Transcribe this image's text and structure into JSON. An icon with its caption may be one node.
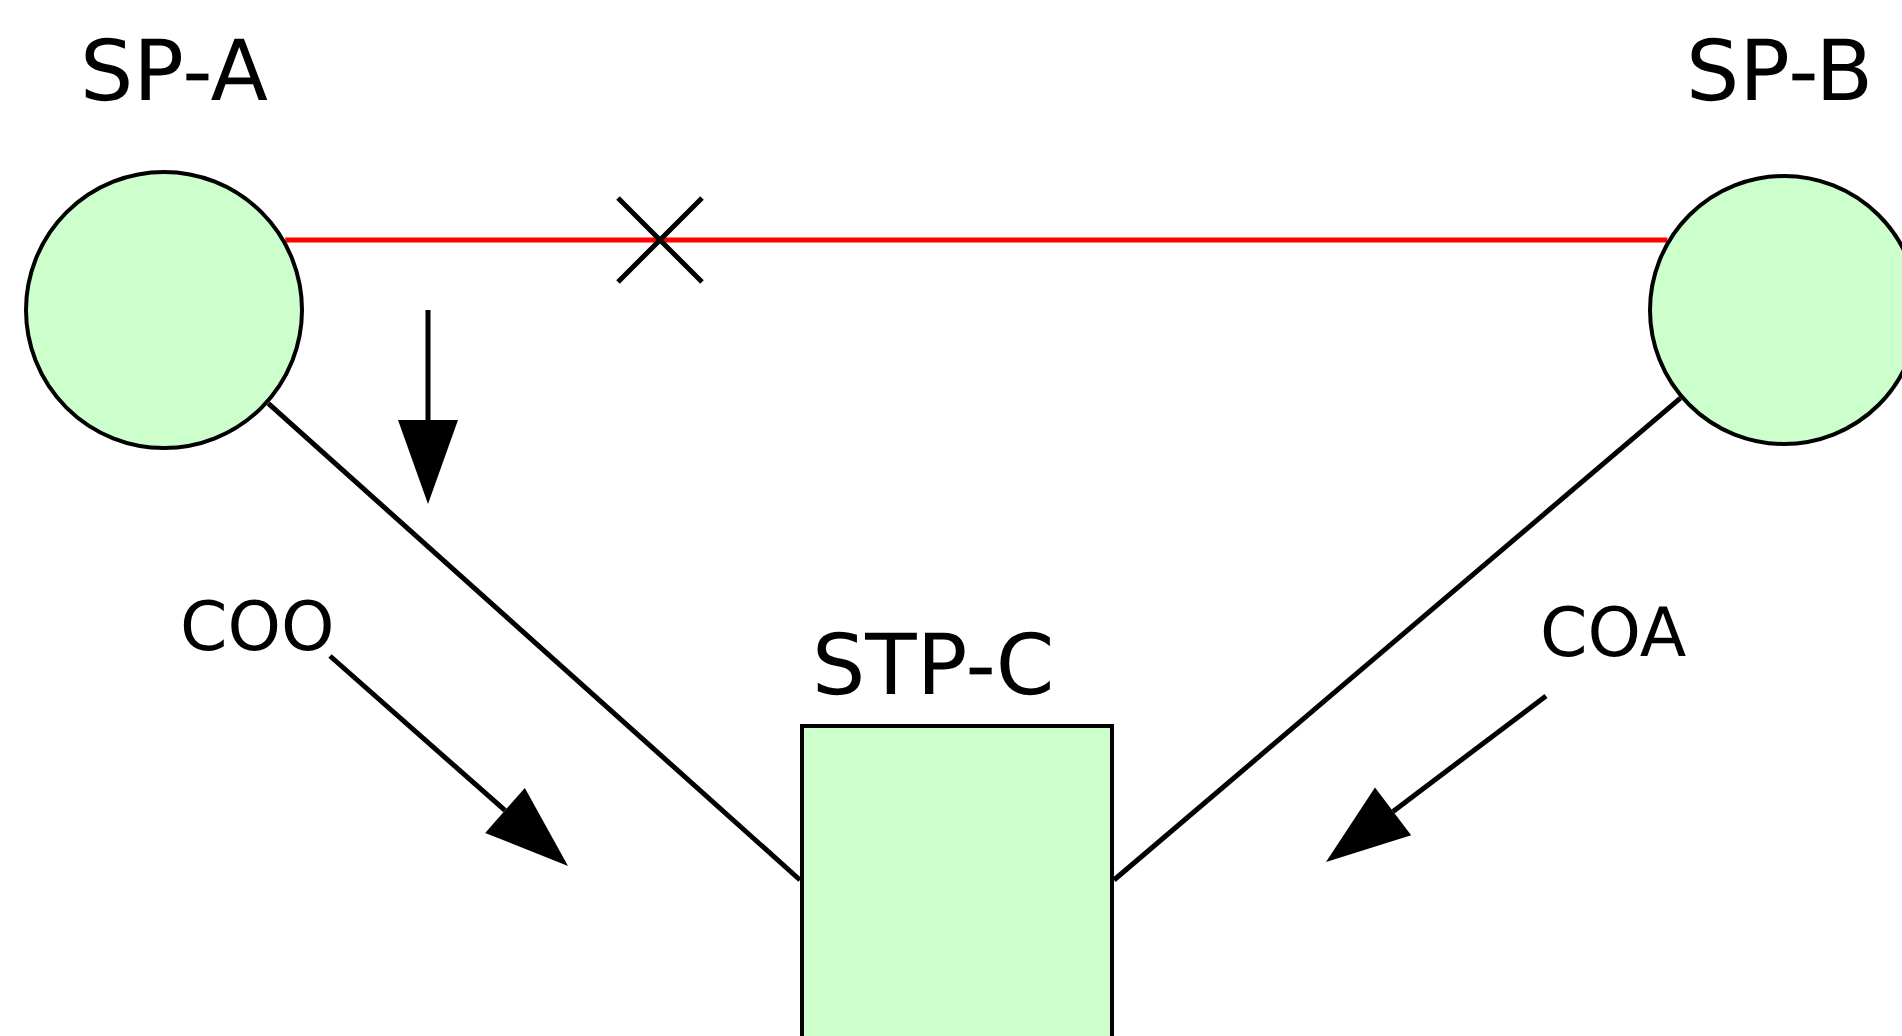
{
  "diagram": {
    "nodes": [
      {
        "text": [
          "SP-A"
        ]
      },
      {
        "text": [
          "SP-B"
        ]
      },
      {
        "text": [
          "STP-C"
        ]
      }
    ],
    "edges": [
      {
        "from": 0,
        "to": 1,
        "arrow": "none",
        "color": "#ff0000"
      },
      {
        "from": 0,
        "to": 2,
        "arrow": "none"
      },
      {
        "from": 1,
        "to": 2,
        "arrow": "none"
      }
    ],
    "labels": [
      "COO",
      "COA"
    ]
  }
}
